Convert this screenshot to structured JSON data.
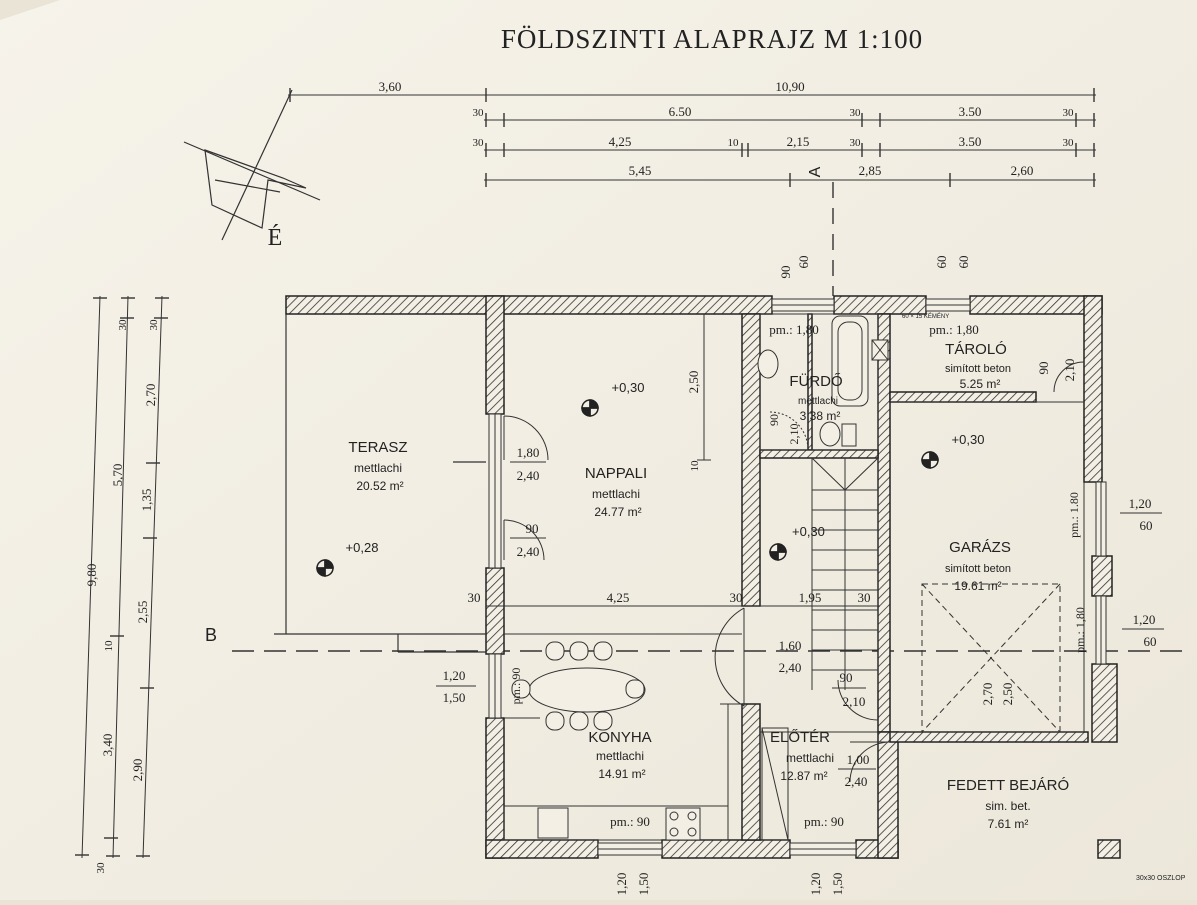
{
  "title": "FÖLDSZINTI ALAPRAJZ M 1:100",
  "north_label": "É",
  "section_labels": {
    "a": "A",
    "b": "B"
  },
  "rooms": {
    "terasz": {
      "name": "TERASZ",
      "material": "mettlachi",
      "area": "20.52 m²",
      "level": "+0,28"
    },
    "nappali": {
      "name": "NAPPALI",
      "material": "mettlachi",
      "area": "24.77 m²",
      "level": "+0,30"
    },
    "konyha": {
      "name": "KONYHA",
      "material": "mettlachi",
      "area": "14.91 m²",
      "parapet": "pm.: 90"
    },
    "furdo": {
      "name": "FÜRDŐ",
      "material": "mettlachi",
      "area": "3.38 m²",
      "parapet": "pm.: 1,80"
    },
    "tarolo": {
      "name": "TÁROLÓ",
      "material": "simított beton",
      "area": "5.25 m²",
      "parapet": "pm.: 1,80"
    },
    "garazs": {
      "name": "GARÁZS",
      "material": "simított beton",
      "area": "19.61 m²",
      "level": "+0,30",
      "parapet_1": "pm.: 1.80",
      "parapet_2": "pm.: 1,80"
    },
    "eloter": {
      "name": "ELŐTÉR",
      "material": "mettlachi",
      "area": "12.87 m²",
      "parapet": "pm.: 90"
    },
    "fedett_bejaro": {
      "name": "FEDETT BEJÁRÓ",
      "material": "sim. bet.",
      "area": "7.61 m²"
    }
  },
  "stair_level": "+0,30",
  "chimney_note": "60 × 15 KÉMÉNY",
  "column_note": "30x30 OSZLOP",
  "dims_top": {
    "r1": [
      "3,60",
      "10,90"
    ],
    "r2": [
      "30",
      "6.50",
      "30",
      "3.50",
      "30"
    ],
    "r3": [
      "30",
      "4,25",
      "10",
      "2,15",
      "30",
      "3.50",
      "30"
    ],
    "r4": [
      "5,45",
      "2,85",
      "2,60"
    ]
  },
  "dims_left": {
    "outer": [
      "9,80"
    ],
    "mid": [
      "30",
      "5,70",
      "10",
      "3,40",
      "30"
    ],
    "inner": [
      "30",
      "2,70",
      "1,35",
      "2,55",
      "2,90"
    ]
  },
  "opening_labels": {
    "top_bath": [
      "90",
      "60"
    ],
    "top_store": [
      "60",
      "60"
    ],
    "garage_win_1": [
      "1,20",
      "60"
    ],
    "garage_win_2": [
      "1,20",
      "60"
    ],
    "garage_door": [
      "2,70",
      "2,50"
    ],
    "store_door": [
      "90",
      "2,10"
    ],
    "terrace_door_1": [
      "1,80",
      "2,40"
    ],
    "terrace_door_2": [
      "90",
      "2,40"
    ],
    "kitchen_win": [
      "1,20",
      "1,50"
    ],
    "kitchen_win_pm": "pm.: 90",
    "bath_door": [
      "90",
      "2,10"
    ],
    "hall_door": [
      "1,60",
      "2,40"
    ],
    "stair_door": [
      "90",
      "2,10"
    ],
    "entry_door": [
      "1,00",
      "2,40"
    ],
    "bottom_win_1": [
      "1,20",
      "1,50"
    ],
    "bottom_win_2": [
      "1,20",
      "1,50"
    ],
    "living_vertical": [
      "2,50",
      "10"
    ]
  },
  "interior_dims": [
    "30",
    "4,25",
    "30",
    "1,95",
    "30"
  ]
}
